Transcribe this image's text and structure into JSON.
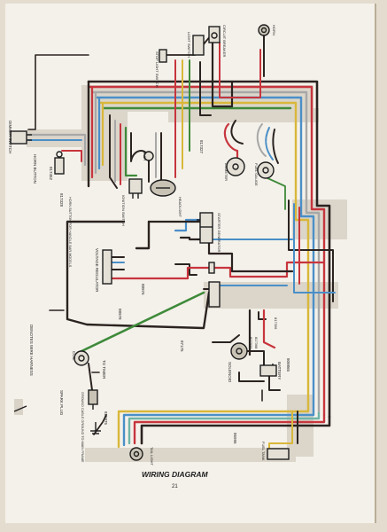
{
  "title": "WIRING DIAGRAM",
  "page_number": "21",
  "legend": {
    "text": "DENOTES WIRE HARNESS"
  },
  "components": {
    "dimmer_switch": "DIMMER SWITCH",
    "horn_button": "HORN BUTTON",
    "horn_button_note": "HORN BUTTON FOR HANDLE BAR MODELS",
    "ignition_switch": "IGNITION SWITCH",
    "dash": "DASH",
    "headlight": "HEADLIGHT",
    "stop_light_switch": "STOP LIGHT SWITCH",
    "light_switch": "LIGHT SWITCH",
    "circuit_breaker": "CIRCUIT BREAKER",
    "horn": "HORN",
    "ammeter": "AMMETER",
    "fuel_gauge": "FUEL GAUGE",
    "starter_generator": "STARTER GENERATOR",
    "voltage_regulator": "VOLTAGE REGULATOR",
    "coil": "COIL",
    "spark_plug": "SPARK PLUG",
    "to_timer": "TO TIMER",
    "ground_cable": "GROUND CABLE GROUND TO MAIN FRAME",
    "solenoid": "SOLENOID",
    "battery": "BATTERY",
    "tail_light": "TAIL LIGHT",
    "fuel_tank": "FUEL TANK"
  },
  "part_numbers": {
    "p_817452": "817452",
    "p_817328": "817328",
    "p_817327": "817327",
    "p_88976": "88976",
    "p_88978": "88978",
    "p_87175": "87175",
    "p_817322": "817322",
    "p_817368": "817368",
    "p_817306": "817306",
    "p_809865": "809865",
    "p_815975": "815975",
    "p_86996": "86996"
  },
  "wire_colors": {
    "black": "#2b2320",
    "red": "#c7353d",
    "blue": "#4a8fc8",
    "yellow": "#d9b73a",
    "green": "#3e8a3a",
    "grey": "#a7a7a7",
    "teal": "#6fb4a8",
    "harness": "#d7d1c6"
  }
}
